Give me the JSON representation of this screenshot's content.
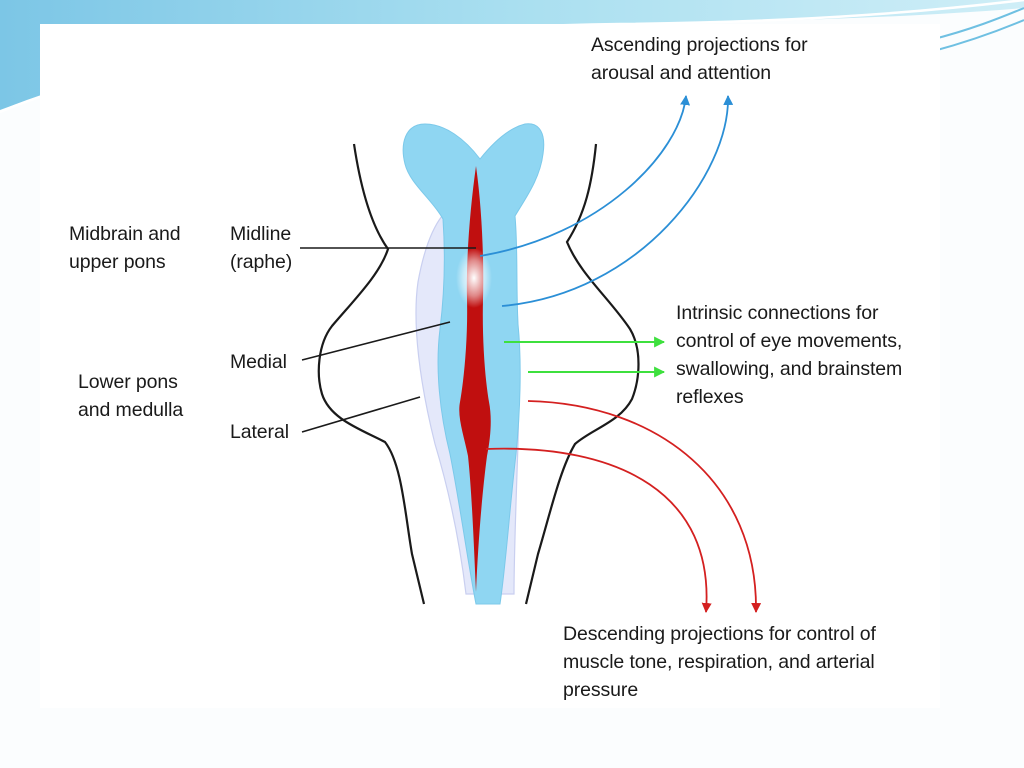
{
  "labels": {
    "ascending": [
      "Ascending projections for",
      "arousal and attention"
    ],
    "midbrain": [
      "Midbrain and",
      "upper pons"
    ],
    "lower_pons": [
      "Lower pons",
      "and medulla"
    ],
    "midline": [
      "Midline",
      "(raphe)"
    ],
    "medial": "Medial",
    "lateral": "Lateral",
    "intrinsic": [
      "Intrinsic connections for",
      "control of eye movements,",
      "swallowing, and brainstem",
      "reflexes"
    ],
    "descending": [
      "Descending projections for control of",
      "muscle tone, respiration, and arterial",
      "pressure"
    ]
  },
  "colors": {
    "ascending_arrows": "#2b8fd6",
    "intrinsic_arrows": "#3ee03e",
    "descending_arrows": "#d42020",
    "raphe": "#c00f0f",
    "medial_zone": "#8fd6f2",
    "lateral_zone": "#e4e8fa",
    "outline": "#1a1a1a",
    "slide_accent": "#5fc3e6"
  }
}
